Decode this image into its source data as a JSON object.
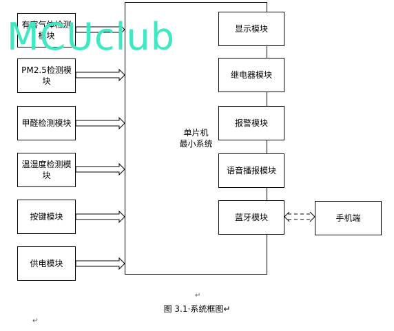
{
  "inputs": [
    {
      "label": "有害气体检测模块"
    },
    {
      "label": "PM2.5检测模块"
    },
    {
      "label": "甲醛检测模块"
    },
    {
      "label": "温湿度检测模块"
    },
    {
      "label": "按键模块"
    },
    {
      "label": "供电模块"
    }
  ],
  "mcu": {
    "line1": "单片机",
    "line2": "最小系统"
  },
  "outputs": [
    {
      "label": "显示模块"
    },
    {
      "label": "继电器模块"
    },
    {
      "label": "报警模块"
    },
    {
      "label": "语音播报模块"
    },
    {
      "label": "蓝牙模块"
    }
  ],
  "phone": {
    "label": "手机端"
  },
  "caption": "图 3.1·系统框图↵",
  "watermark": "MCUclub",
  "paragraph_mark": "↵"
}
